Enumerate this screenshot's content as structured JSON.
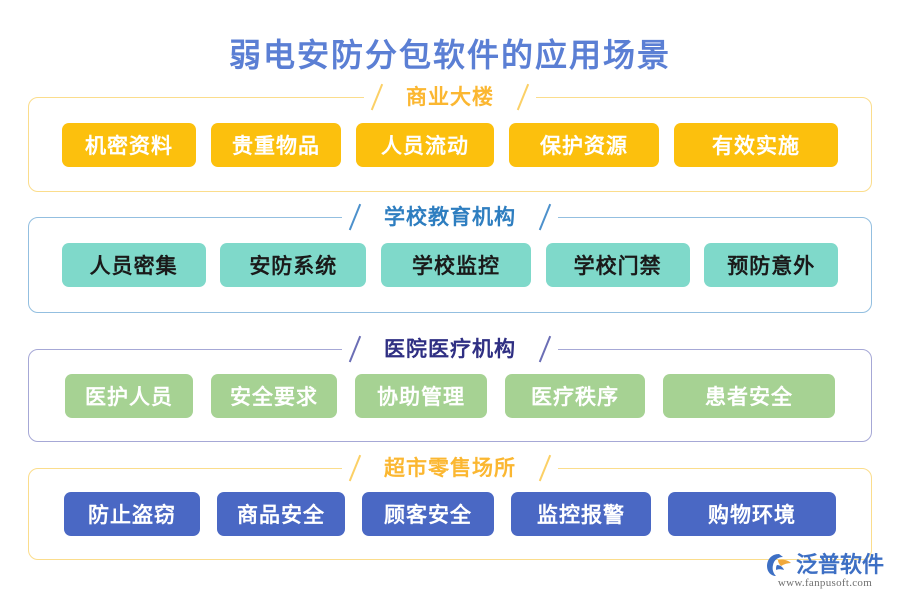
{
  "page": {
    "title": "弱电安防分包软件的应用场景",
    "title_color": "#5b7fd4",
    "background": "#ffffff"
  },
  "sections": [
    {
      "id": "sec1",
      "header": "商业大楼",
      "header_color": "#fbb731",
      "border_color": "#fbdd8c",
      "pill_color": "#fcc00d",
      "pill_text_color": "#ffffff",
      "items": [
        {
          "label": "机密资料"
        },
        {
          "label": "贵重物品"
        },
        {
          "label": "人员流动"
        },
        {
          "label": "保护资源"
        },
        {
          "label": "有效实施"
        }
      ]
    },
    {
      "id": "sec2",
      "header": "学校教育机构",
      "header_color": "#2e7ec0",
      "border_color": "#93bfe0",
      "pill_color": "#7fd9ca",
      "pill_text_color": "#1a1a1a",
      "items": [
        {
          "label": "人员密集"
        },
        {
          "label": "安防系统"
        },
        {
          "label": "学校监控"
        },
        {
          "label": "学校门禁"
        },
        {
          "label": "预防意外"
        }
      ]
    },
    {
      "id": "sec3",
      "header": "医院医疗机构",
      "header_color": "#2f2f83",
      "border_color": "#a6a8d6",
      "pill_color": "#a6d293",
      "pill_text_color": "#ffffff",
      "items": [
        {
          "label": "医护人员"
        },
        {
          "label": "安全要求"
        },
        {
          "label": "协助管理"
        },
        {
          "label": "医疗秩序"
        },
        {
          "label": "患者安全"
        }
      ]
    },
    {
      "id": "sec4",
      "header": "超市零售场所",
      "header_color": "#fbb731",
      "border_color": "#fbdd8c",
      "pill_color": "#4a68c4",
      "pill_text_color": "#ffffff",
      "items": [
        {
          "label": "防止盗窃"
        },
        {
          "label": "商品安全"
        },
        {
          "label": "顾客安全"
        },
        {
          "label": "监控报警"
        },
        {
          "label": "购物环境"
        }
      ]
    }
  ],
  "logo": {
    "name": "泛普软件",
    "url": "www.fanpusoft.com",
    "mark_color": "#3d6fc4",
    "mark_accent": "#f0a83c"
  }
}
